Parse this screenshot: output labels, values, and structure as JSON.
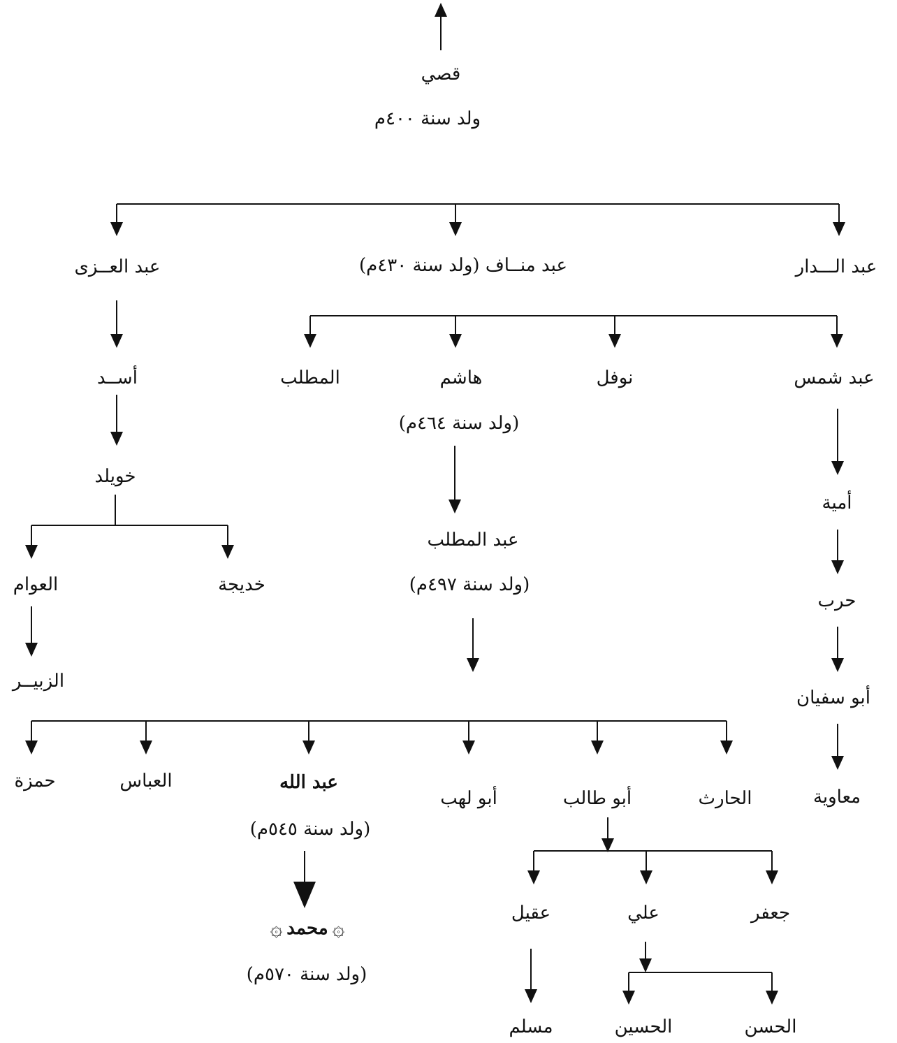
{
  "people": {
    "qusay": "قصي",
    "qusay_born": "ولد سنة ٤٠٠م",
    "abd_aldar": "عبد الـــدار",
    "abd_manaf": "عبد منــاف (ولد سنة ٤٣٠م)",
    "abd_aluzza": "عبد العــزى",
    "abd_shams": "عبد شمس",
    "nawfal": "نوفل",
    "hashim": "هاشم",
    "hashim_born": "(ولد سنة ٤٦٤م)",
    "almuttalib": "المطلب",
    "asad": "أســد",
    "khuwaylid": "خويلد",
    "khadija": "خديجة",
    "alawwam": "العوام",
    "alzubayr": "الزبيــر",
    "abd_almuttalib": "عبد المطلب",
    "abd_almuttalib_born": "(ولد سنة ٤٩٧م)",
    "umayya": "أمية",
    "harb": "حرب",
    "abu_sufyan": "أبو سفيان",
    "muawiya": "معاوية",
    "alharith": "الحارث",
    "abu_talib": "أبو طالب",
    "abu_lahab": "أبو لهب",
    "abdullah": "عبد الله",
    "abdullah_born": "(ولد سنة ٥٤٥م)",
    "alabbas": "العباس",
    "hamza": "حمزة",
    "jafar": "جعفر",
    "ali": "علي",
    "aqil": "عقيل",
    "muhammad": "محمد",
    "muhammad_born": "(ولد سنة ٥٧٠م)",
    "alhasan": "الحسن",
    "alhusayn": "الحسين",
    "muslim": "مسلم"
  },
  "colors": {
    "ink": "#111111",
    "background": "#ffffff"
  },
  "icons": {
    "ornament": "star-rosette-icon"
  }
}
